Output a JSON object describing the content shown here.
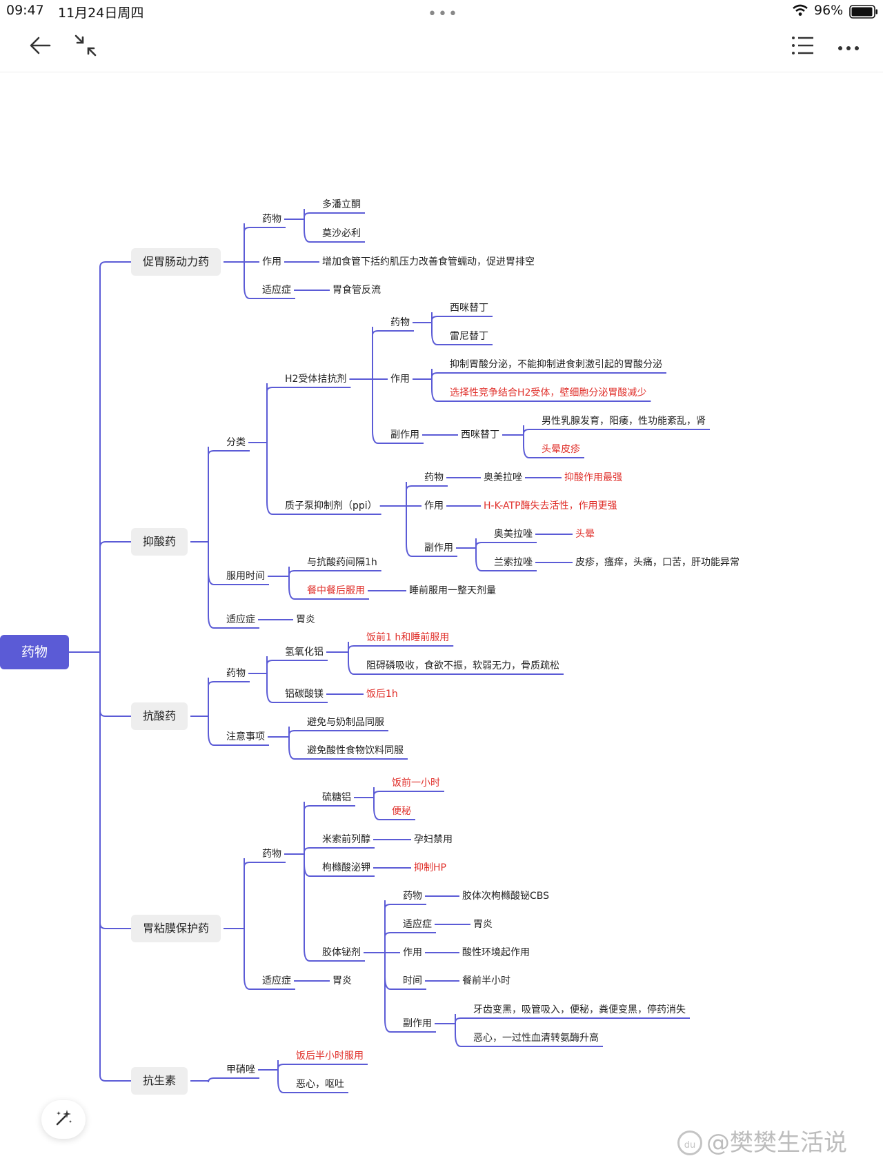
{
  "status_bar": {
    "time": "09:47",
    "date": "11月24日周四",
    "battery": "96%"
  },
  "toolbar": {
    "back_icon": "arrow-left-icon",
    "collapse_icon": "collapse-arrows-icon",
    "outline_icon": "list-icon",
    "more_icon": "more-dots-icon"
  },
  "mindmap": {
    "root": "药物",
    "branches": [
      {
        "label": "促胃肠动力药",
        "children": [
          {
            "label": "药物",
            "children": [
              {
                "label": "多潘立酮"
              },
              {
                "label": "莫沙必利"
              }
            ]
          },
          {
            "label": "作用",
            "children": [
              {
                "label": "增加食管下括约肌压力改善食管蠕动，促进胃排空"
              }
            ]
          },
          {
            "label": "适应症",
            "children": [
              {
                "label": "胃食管反流"
              }
            ]
          }
        ]
      },
      {
        "label": "抑酸药",
        "children": [
          {
            "label": "分类",
            "children": [
              {
                "label": "H2受体拮抗剂",
                "children": [
                  {
                    "label": "药物",
                    "children": [
                      {
                        "label": "西咪替丁"
                      },
                      {
                        "label": "雷尼替丁"
                      }
                    ]
                  },
                  {
                    "label": "作用",
                    "children": [
                      {
                        "label": "抑制胃酸分泌，不能抑制进食刺激引起的胃酸分泌"
                      },
                      {
                        "label": "选择性竞争结合H2受体，壁细胞分泌胃酸减少",
                        "red": true
                      }
                    ]
                  },
                  {
                    "label": "副作用",
                    "children": [
                      {
                        "label": "西咪替丁",
                        "children": [
                          {
                            "label": "男性乳腺发育，阳痿，性功能紊乱，肾"
                          },
                          {
                            "label": "头晕皮疹",
                            "red": true
                          }
                        ]
                      }
                    ]
                  }
                ]
              },
              {
                "label": "质子泵抑制剂（ppi）",
                "children": [
                  {
                    "label": "药物",
                    "children": [
                      {
                        "label": "奥美拉唑",
                        "children": [
                          {
                            "label": "抑酸作用最强",
                            "red": true
                          }
                        ]
                      }
                    ]
                  },
                  {
                    "label": "作用",
                    "children": [
                      {
                        "label": "H-K-ATP酶失去活性，作用更强",
                        "red": true
                      }
                    ]
                  },
                  {
                    "label": "副作用",
                    "children": [
                      {
                        "label": "奥美拉唑",
                        "children": [
                          {
                            "label": "头晕",
                            "red": true
                          }
                        ]
                      },
                      {
                        "label": "兰索拉唑",
                        "children": [
                          {
                            "label": "皮疹，瘙痒，头痛，口苦，肝功能异常"
                          }
                        ]
                      }
                    ]
                  }
                ]
              }
            ]
          },
          {
            "label": "服用时间",
            "children": [
              {
                "label": "与抗酸药间隔1h"
              },
              {
                "label": "餐中餐后服用",
                "red": true,
                "children": [
                  {
                    "label": "睡前服用一整天剂量"
                  }
                ]
              }
            ]
          },
          {
            "label": "适应症",
            "children": [
              {
                "label": "胃炎"
              }
            ]
          }
        ]
      },
      {
        "label": "抗酸药",
        "children": [
          {
            "label": "药物",
            "children": [
              {
                "label": "氢氧化铝",
                "children": [
                  {
                    "label": "饭前1 h和睡前服用",
                    "red": true
                  },
                  {
                    "label": "阻碍磷吸收，食欲不振，软弱无力，骨质疏松"
                  }
                ]
              },
              {
                "label": "铝碳酸镁",
                "children": [
                  {
                    "label": "饭后1h",
                    "red": true
                  }
                ]
              }
            ]
          },
          {
            "label": "注意事项",
            "children": [
              {
                "label": "避免与奶制品同服"
              },
              {
                "label": "避免酸性食物饮料同服"
              }
            ]
          }
        ]
      },
      {
        "label": "胃粘膜保护药",
        "children": [
          {
            "label": "药物",
            "children": [
              {
                "label": "硫糖铝",
                "children": [
                  {
                    "label": "饭前一小时",
                    "red": true
                  },
                  {
                    "label": "便秘",
                    "red": true
                  }
                ]
              },
              {
                "label": "米索前列醇",
                "children": [
                  {
                    "label": "孕妇禁用"
                  }
                ]
              },
              {
                "label": "枸橼酸泌钾",
                "children": [
                  {
                    "label": "抑制HP",
                    "red": true
                  }
                ]
              },
              {
                "label": "胶体铋剂",
                "children": [
                  {
                    "label": "药物",
                    "children": [
                      {
                        "label": "胶体次枸橼酸铋CBS"
                      }
                    ]
                  },
                  {
                    "label": "适应症",
                    "children": [
                      {
                        "label": "胃炎"
                      }
                    ]
                  },
                  {
                    "label": "作用",
                    "children": [
                      {
                        "label": "酸性环境起作用"
                      }
                    ]
                  },
                  {
                    "label": "时间",
                    "children": [
                      {
                        "label": "餐前半小时"
                      }
                    ]
                  },
                  {
                    "label": "副作用",
                    "children": [
                      {
                        "label": "牙齿变黑，吸管吸入，便秘，粪便变黑，停药消失"
                      },
                      {
                        "label": "恶心，一过性血清转氨酶升高"
                      }
                    ]
                  }
                ]
              }
            ]
          },
          {
            "label": "适应症",
            "children": [
              {
                "label": "胃炎"
              }
            ]
          }
        ]
      },
      {
        "label": "抗生素",
        "children": [
          {
            "label": "甲硝唑",
            "children": [
              {
                "label": "饭后半小时服用",
                "red": true
              },
              {
                "label": "恶心，呕吐"
              }
            ]
          }
        ]
      }
    ]
  },
  "magic_button_icon": "magic-wand-icon",
  "watermark": "@樊樊生活说",
  "watermark_icon": "du",
  "colors": {
    "line": "#5b5bd6",
    "root_bg": "#5b5bd6",
    "main_bg": "#eeeeee",
    "red_text": "#e0302b"
  }
}
